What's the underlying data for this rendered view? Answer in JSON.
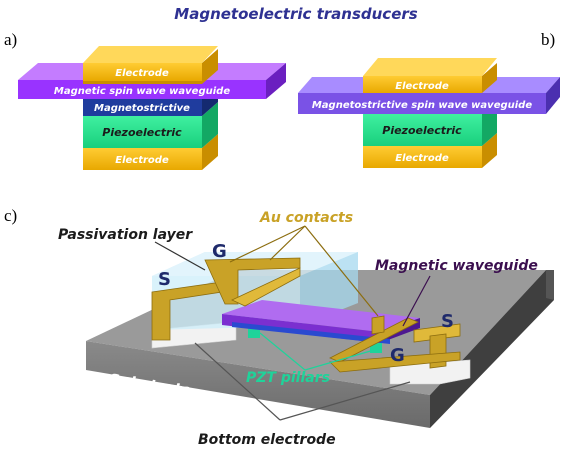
{
  "title": "Magnetoelectric transducers",
  "panels": {
    "a": "a)",
    "b": "b)",
    "c": "c)"
  },
  "panel_a": {
    "top_electrode": "Electrode",
    "waveguide": "Magnetic spin wave waveguide",
    "magnetostrictive": "Magnetostrictive",
    "piezoelectric": "Piezoelectric",
    "bottom_electrode": "Electrode"
  },
  "panel_b": {
    "top_electrode": "Electrode",
    "waveguide": "Magnetostrictive spin wave waveguide",
    "piezoelectric": "Piezoelectric",
    "bottom_electrode": "Electrode"
  },
  "panel_c": {
    "passivation": "Passivation layer",
    "au_contacts": "Au contacts",
    "magnetic_waveguide": "Magnetic waveguide",
    "g_left": "G",
    "s_left": "S",
    "g_right": "G",
    "s_right": "S",
    "substrate": "Substrate",
    "pzt_pillars": "PZT pillars",
    "bottom_electrode": "Bottom electrode"
  },
  "colors": {
    "title": "#2e3192",
    "electrode": "#f4b820",
    "waveguide_a": "#9933ff",
    "waveguide_b": "#7a52e6",
    "magnetostrictive": "#1f3c9e",
    "piezoelectric": "#22e08a",
    "au_contacts": "#c9a227",
    "magnetic_waveguide": "#3b0f4f",
    "pzt_pillars": "#1fd39a",
    "substrate": "#5d5d5d"
  }
}
